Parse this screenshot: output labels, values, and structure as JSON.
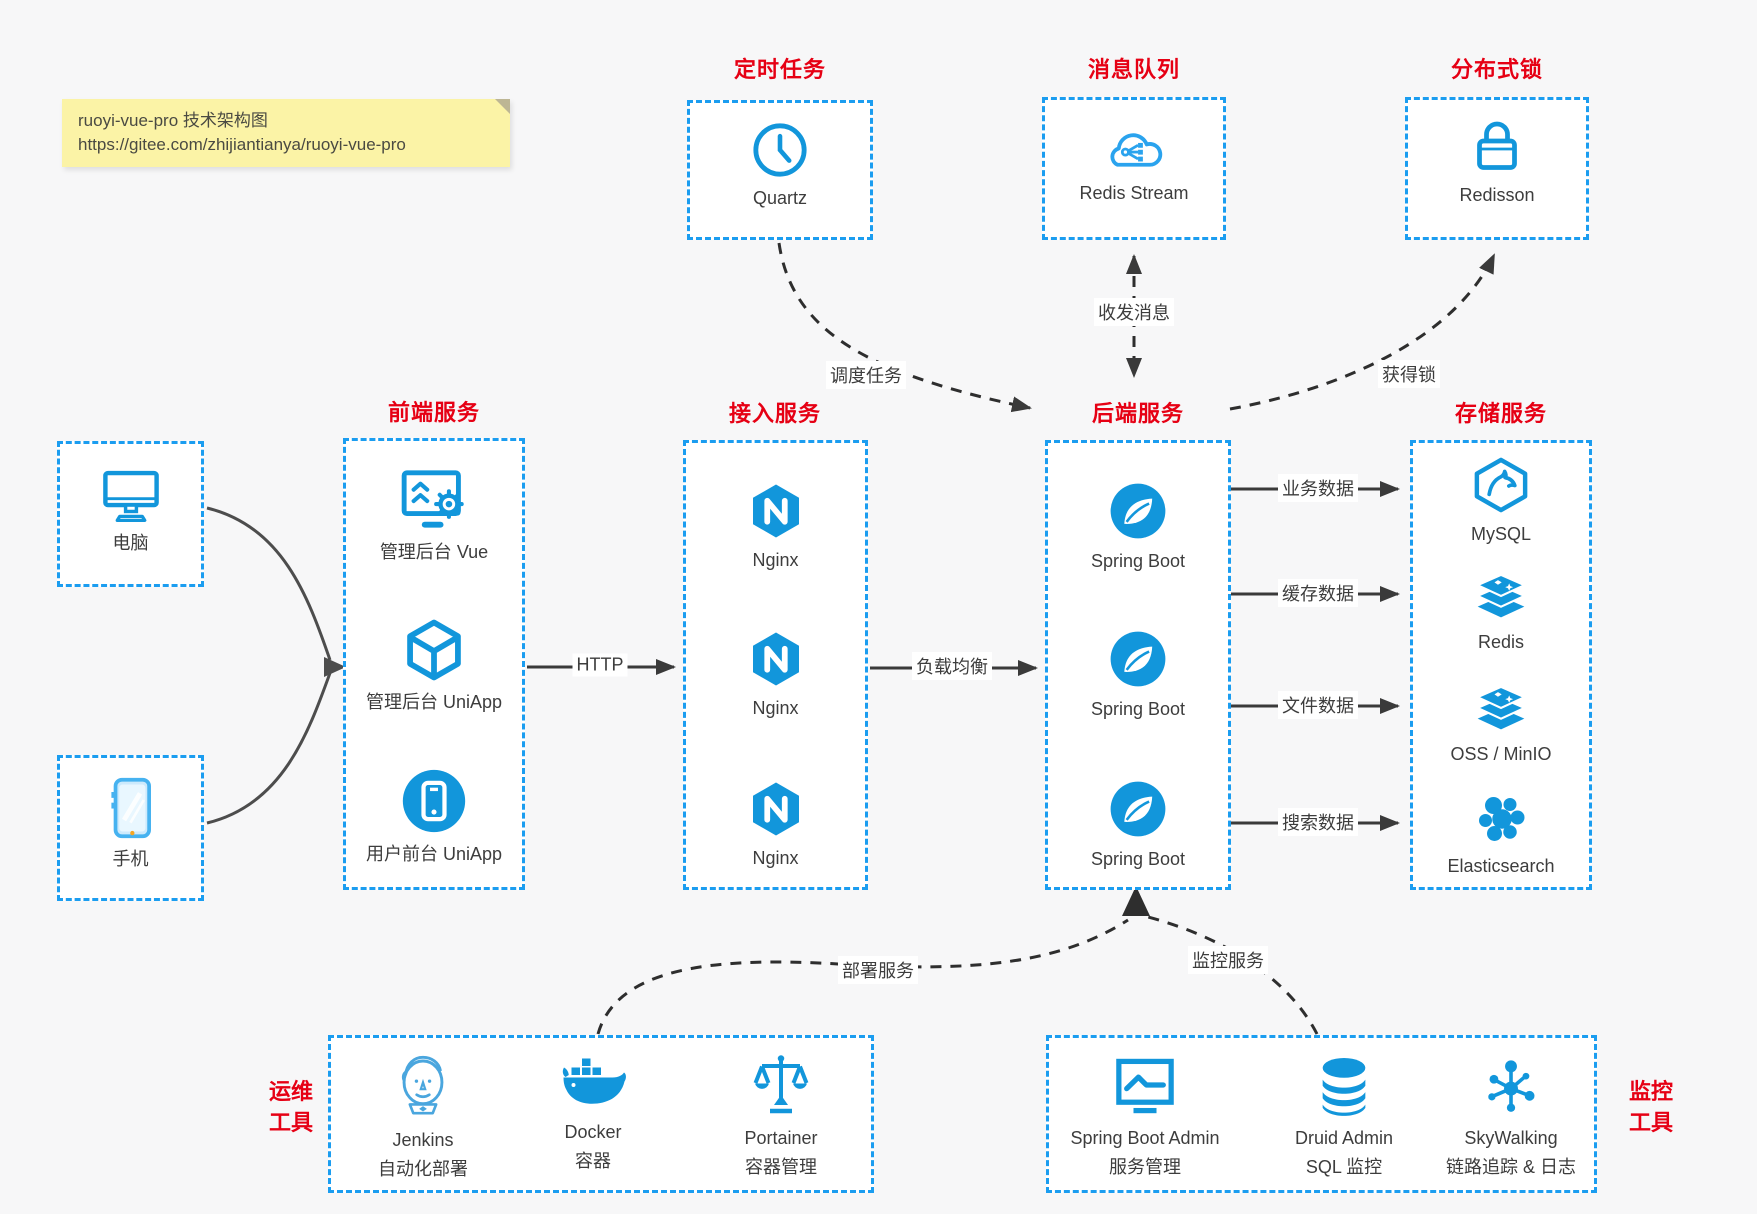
{
  "note": {
    "line1": "ruoyi-vue-pro 技术架构图",
    "line2": "https://gitee.com/zhijiantianya/ruoyi-vue-pro"
  },
  "palette": {
    "icon_blue": "#1296db",
    "border_blue": "#1b9df0",
    "title_red": "#e60014",
    "arrow_dark": "#3a3a3a",
    "background": "#f7f7f8",
    "note_yellow": "#fbf3a6"
  },
  "clients": [
    {
      "label": "电脑",
      "icon": "desktop-icon"
    },
    {
      "label": "手机",
      "icon": "smartphone-icon"
    }
  ],
  "groups": {
    "scheduler": {
      "title": "定时任务",
      "item": "Quartz",
      "icon": "clock-icon"
    },
    "mq": {
      "title": "消息队列",
      "item": "Redis Stream",
      "icon": "cloud-stream-icon"
    },
    "lock": {
      "title": "分布式锁",
      "item": "Redisson",
      "icon": "lock-icon"
    },
    "frontend": {
      "title": "前端服务",
      "items": [
        {
          "label": "管理后台 Vue"
        },
        {
          "label": "管理后台 UniApp"
        },
        {
          "label": "用户前台 UniApp"
        }
      ]
    },
    "access": {
      "title": "接入服务",
      "items": [
        {
          "label": "Nginx"
        },
        {
          "label": "Nginx"
        },
        {
          "label": "Nginx"
        }
      ]
    },
    "backend": {
      "title": "后端服务",
      "items": [
        {
          "label": "Spring Boot"
        },
        {
          "label": "Spring Boot"
        },
        {
          "label": "Spring Boot"
        }
      ]
    },
    "storage": {
      "title": "存储服务",
      "items": [
        {
          "label": "MySQL"
        },
        {
          "label": "Redis"
        },
        {
          "label": "OSS / MinIO"
        },
        {
          "label": "Elasticsearch"
        }
      ]
    },
    "ops": {
      "t1": "运维",
      "t2": "工具",
      "items": [
        {
          "name": "Jenkins",
          "desc": "自动化部署"
        },
        {
          "name": "Docker",
          "desc": "容器"
        },
        {
          "name": "Portainer",
          "desc": "容器管理"
        }
      ]
    },
    "monitoring": {
      "t1": "监控",
      "t2": "工具",
      "items": [
        {
          "name": "Spring Boot Admin",
          "desc": "服务管理"
        },
        {
          "name": "Druid Admin",
          "desc": "SQL 监控"
        },
        {
          "name": "SkyWalking",
          "desc": "链路追踪 & 日志"
        }
      ]
    }
  },
  "edges": {
    "http": "HTTP",
    "lb": "负载均衡",
    "biz": "业务数据",
    "cache": "缓存数据",
    "file": "文件数据",
    "search": "搜索数据",
    "dispatch": "调度任务",
    "msg": "收发消息",
    "acquire_lock": "获得锁",
    "deploy": "部署服务",
    "monitor": "监控服务"
  }
}
